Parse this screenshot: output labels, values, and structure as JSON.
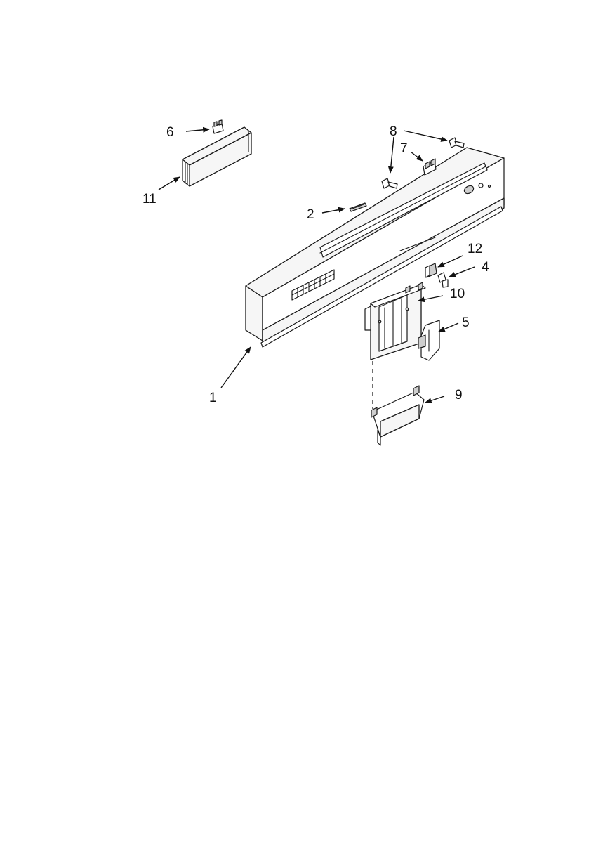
{
  "callouts": [
    {
      "id": "1",
      "label": "1"
    },
    {
      "id": "2",
      "label": "2"
    },
    {
      "id": "4",
      "label": "4"
    },
    {
      "id": "5",
      "label": "5"
    },
    {
      "id": "6",
      "label": "6"
    },
    {
      "id": "7",
      "label": "7"
    },
    {
      "id": "8",
      "label": "8"
    },
    {
      "id": "9",
      "label": "9"
    },
    {
      "id": "10",
      "label": "10"
    },
    {
      "id": "11",
      "label": "11"
    },
    {
      "id": "12",
      "label": "12"
    }
  ]
}
